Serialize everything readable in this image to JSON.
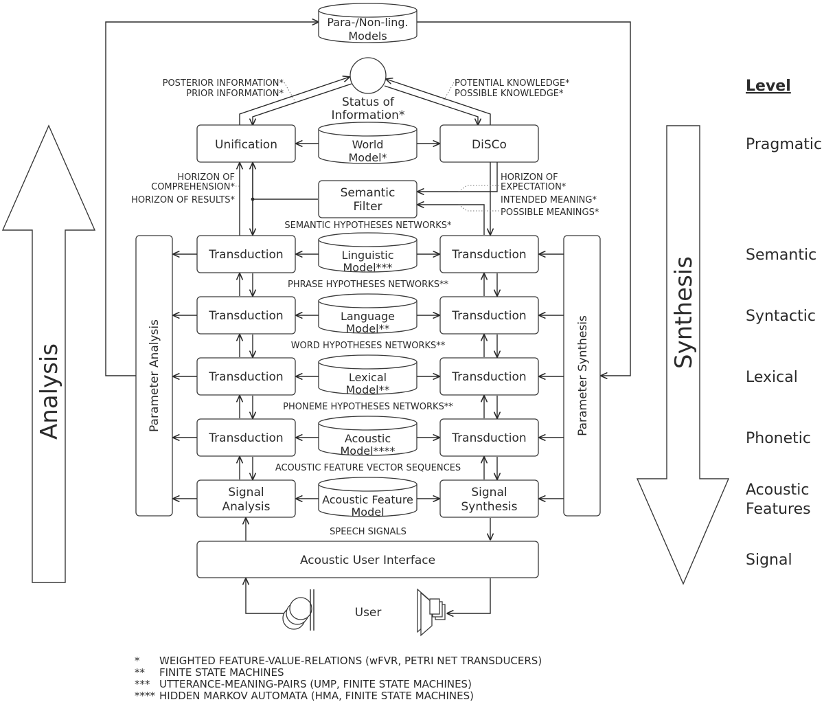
{
  "levels": {
    "header": "Level",
    "pragmatic": "Pragmatic",
    "semantic": "Semantic",
    "syntactic": "Syntactic",
    "lexical": "Lexical",
    "phonetic": "Phonetic",
    "acoustic_1": "Acoustic",
    "acoustic_2": "Features",
    "signal": "Signal"
  },
  "side_arrows": {
    "analysis": "Analysis",
    "synthesis": "Synthesis"
  },
  "top_model": {
    "line1": "Para-/Non-ling.",
    "line2": "Models"
  },
  "status": {
    "line1": "Status of",
    "line2": "Information*"
  },
  "info_labels": {
    "posterior": "POSTERIOR INFORMATION*",
    "prior": "PRIOR INFORMATION*",
    "potential": "POTENTIAL KNOWLEDGE*",
    "possible": "POSSIBLE KNOWLEDGE*"
  },
  "pragmatic_row": {
    "unification": "Unification",
    "world_1": "World",
    "world_2": "Model*",
    "disco": "DiSCo"
  },
  "horizon_left": {
    "line1": "HORIZON OF",
    "line2": "COMPREHENSION*",
    "line3": "HORIZON OF RESULTS*"
  },
  "horizon_right": {
    "line1": "HORIZON OF",
    "line2": "EXPECTATION*",
    "line3": "INTENDED MEANING*",
    "line4": "POSSIBLE MEANINGS*"
  },
  "semantic_filter": {
    "line1": "Semantic",
    "line2": "Filter"
  },
  "networks": {
    "semantic": "SEMANTIC HYPOTHESES NETWORKS*",
    "phrase": "PHRASE HYPOTHESES NETWORKS**",
    "word": "WORD HYPOTHESES NETWORKS**",
    "phoneme": "PHONEME HYPOTHESES NETWORKS**",
    "acoustic": "ACOUSTIC FEATURE VECTOR SEQUENCES",
    "speech": "SPEECH SIGNALS"
  },
  "transduction": "Transduction",
  "models": {
    "linguistic_1": "Linguistic",
    "linguistic_2": "Model***",
    "language_1": "Language",
    "language_2": "Model**",
    "lexical_1": "Lexical",
    "lexical_2": "Model**",
    "acoustic_1": "Acoustic",
    "acoustic_2": "Model****",
    "feature_1": "Acoustic Feature",
    "feature_2": "Model"
  },
  "signal_row": {
    "analysis_1": "Signal",
    "analysis_2": "Analysis",
    "synthesis_1": "Signal",
    "synthesis_2": "Synthesis"
  },
  "parameter": {
    "analysis": "Parameter Analysis",
    "synthesis": "Parameter Synthesis"
  },
  "interface": "Acoustic User Interface",
  "user": "User",
  "footnotes": [
    {
      "mark": "*",
      "text": "WEIGHTED FEATURE-VALUE-RELATIONS (wFVR, PETRI NET TRANSDUCERS)"
    },
    {
      "mark": "**",
      "text": "FINITE STATE MACHINES"
    },
    {
      "mark": "***",
      "text": "UTTERANCE-MEANING-PAIRS (UMP, FINITE STATE MACHINES)"
    },
    {
      "mark": "****",
      "text": "HIDDEN MARKOV AUTOMATA (HMA, FINITE STATE MACHINES)"
    }
  ]
}
